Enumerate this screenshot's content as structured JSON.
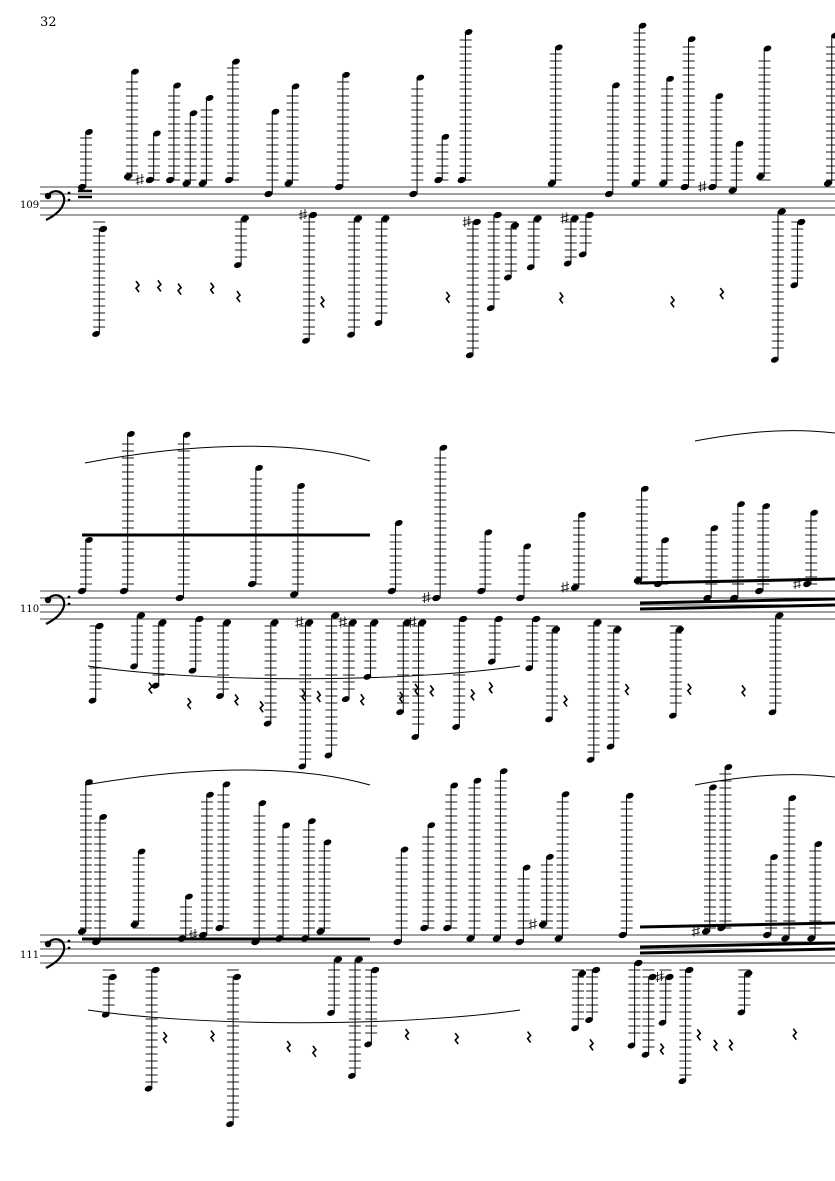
{
  "page": {
    "number": "32"
  },
  "systems": [
    {
      "measure": "109",
      "clef": "bass"
    },
    {
      "measure": "110",
      "clef": "bass"
    },
    {
      "measure": "111",
      "clef": "bass"
    }
  ],
  "colors": {
    "ink": "#000000",
    "paper": "#ffffff"
  }
}
